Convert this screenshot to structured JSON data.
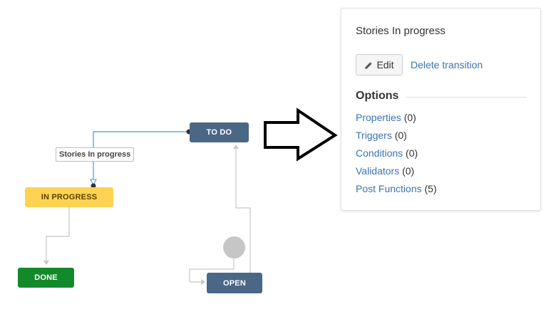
{
  "workflow": {
    "nodes": {
      "todo": "TO DO",
      "in_progress": "IN PROGRESS",
      "done": "DONE",
      "open": "OPEN"
    },
    "transition_label": "Stories In progress",
    "colors": {
      "todo": "#4a6785",
      "in_progress": "#ffd351",
      "done": "#14892c",
      "open": "#4a6785",
      "selected_transition": "#3b9ae1",
      "transition": "#c8c8c8"
    }
  },
  "panel": {
    "title": "Stories In progress",
    "edit_label": "Edit",
    "delete_label": "Delete transition",
    "options_heading": "Options",
    "options": [
      {
        "label": "Properties",
        "count": "(0)"
      },
      {
        "label": "Triggers",
        "count": "(0)"
      },
      {
        "label": "Conditions",
        "count": "(0)"
      },
      {
        "label": "Validators",
        "count": "(0)"
      },
      {
        "label": "Post Functions",
        "count": "(5)"
      }
    ]
  },
  "icons": {
    "pencil": "pencil-icon",
    "arrow": "right-arrow-icon"
  }
}
